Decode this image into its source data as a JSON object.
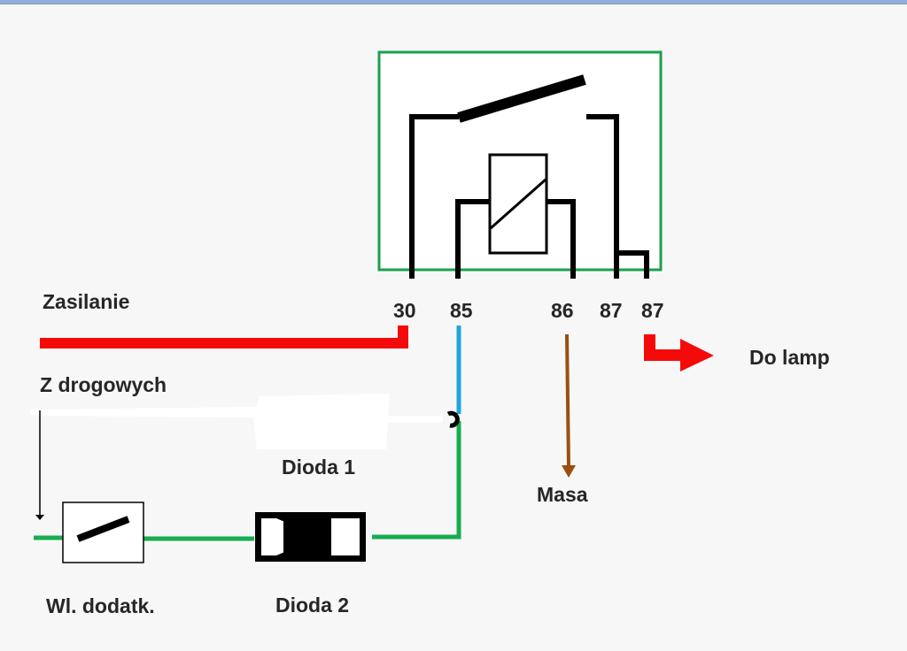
{
  "title_bar": {
    "color": "#93aed6"
  },
  "relay": {
    "border_color": "#1aa04c",
    "pins": [
      {
        "id": "pin-30",
        "label": "30"
      },
      {
        "id": "pin-85",
        "label": "85"
      },
      {
        "id": "pin-86",
        "label": "86"
      },
      {
        "id": "pin-87a",
        "label": "87"
      },
      {
        "id": "pin-87b",
        "label": "87"
      }
    ]
  },
  "labels": {
    "power": "Zasilanie",
    "high_beam": "Z drogowych",
    "diode1": "Dioda 1",
    "diode2": "Dioda 2",
    "aux_switch": "Wl. dodatk.",
    "ground": "Masa",
    "to_lamps": "Do lamp"
  },
  "wire_colors": {
    "power": "#f50a0a",
    "control": "#1ea5e0",
    "switch_line": "#17ad4f",
    "ground": "#9a4f12",
    "output": "#f50a0a",
    "component": "#000000"
  }
}
